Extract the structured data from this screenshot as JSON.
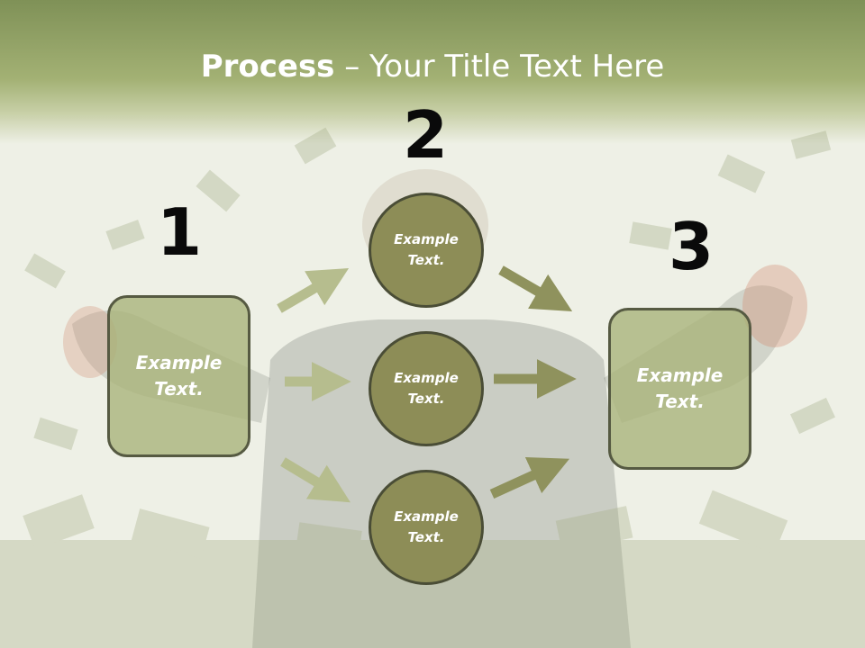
{
  "title": {
    "bold": "Process",
    "rest": " – Your Title Text Here"
  },
  "background": {
    "description_icon": "money-rain-photo",
    "colors": {
      "header": "#8a9a5e",
      "box_fill": "#a8b278",
      "circle_fill": "#8d8d57",
      "arrow": "#8f925d"
    }
  },
  "steps": {
    "step1": {
      "number": "1",
      "box_text": "Example Text."
    },
    "step2": {
      "number": "2",
      "circles": [
        "Example Text.",
        "Example Text.",
        "Example Text."
      ]
    },
    "step3": {
      "number": "3",
      "box_text": "Example Text."
    }
  }
}
